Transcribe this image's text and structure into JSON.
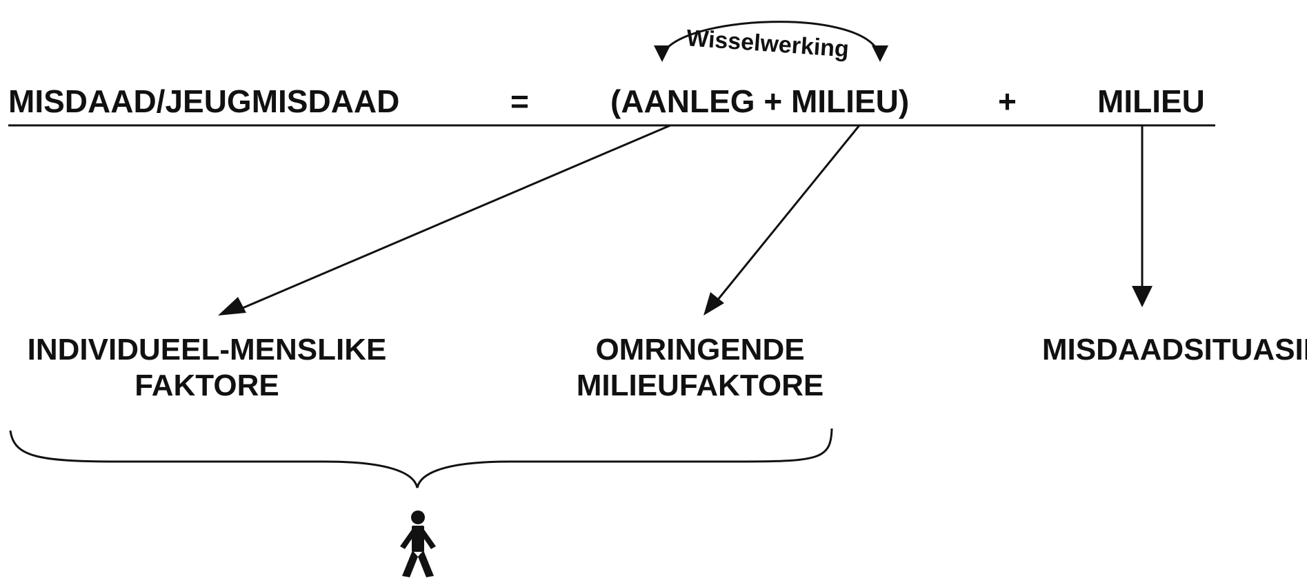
{
  "equation": {
    "left": "MISDAAD/JEUGMISDAAD",
    "equals": "=",
    "group": "(AANLEG + MILIEU)",
    "plus": "+",
    "right": "MILIEU"
  },
  "interaction_label": "Wisselwerking",
  "factors": {
    "individual": {
      "line1": "INDIVIDUEEL-MENSLIKE",
      "line2": "FAKTORE"
    },
    "environment": {
      "line1": "OMRINGENDE",
      "line2": "MILIEUFAKTORE"
    },
    "situation": "MISDAADSITUASIE"
  },
  "person_icon": "person-icon",
  "colors": {
    "ink": "#111111",
    "background": "#ffffff"
  }
}
